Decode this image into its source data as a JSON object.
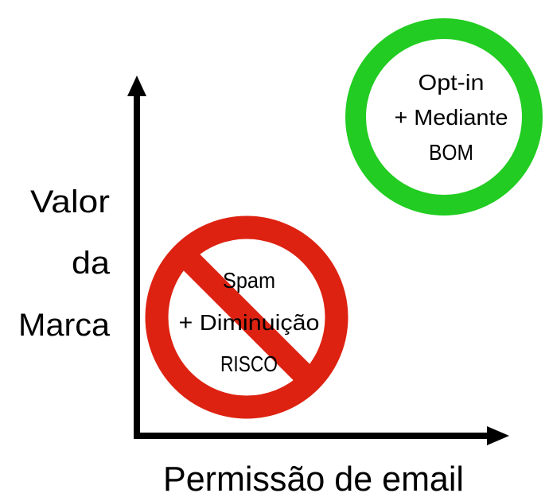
{
  "diagram": {
    "axes": {
      "y_label_lines": [
        "Valor",
        "da",
        "Marca"
      ],
      "x_label": "Permissão de email"
    },
    "good_zone": {
      "lines": [
        "Opt-in",
        "+ Mediante",
        "BOM"
      ],
      "color": "#22cc22"
    },
    "bad_zone": {
      "lines": [
        "Spam",
        "+ Diminuição",
        "RISCO"
      ],
      "color": "#dd2211",
      "symbol": "prohibition-sign"
    },
    "axis_color": "#000000"
  }
}
